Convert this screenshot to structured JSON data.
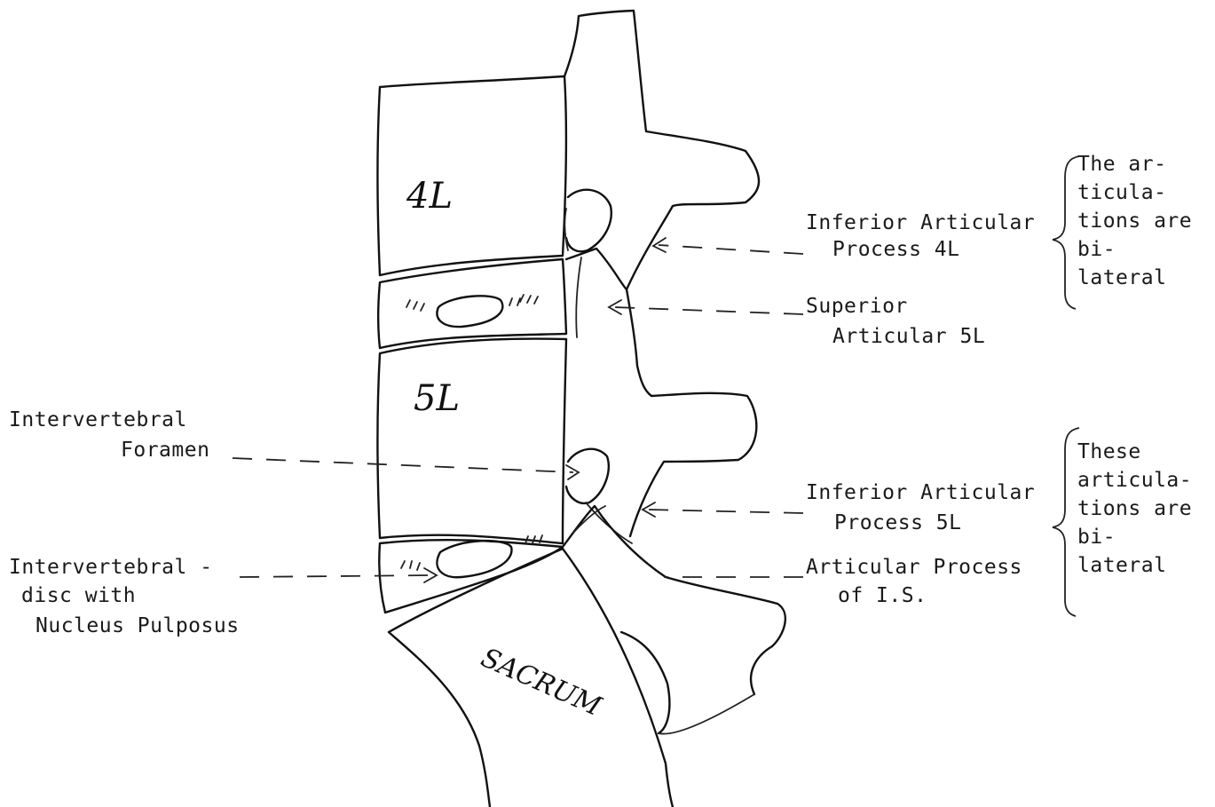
{
  "vertebrae": {
    "upper": "4L",
    "lower": "5L",
    "sacrum": "SACRUM"
  },
  "labels": {
    "inferior_articular_4l": [
      "Inferior Articular",
      "Process 4L"
    ],
    "superior_articular_5l": [
      "Superior",
      "Articular 5L"
    ],
    "intervertebral_foramen": [
      "Intervertebral",
      "Foramen"
    ],
    "inferior_articular_5l": [
      "Inferior Articular",
      "Process  5L"
    ],
    "articular_process_is": [
      "Articular Process",
      "of I.S."
    ],
    "intervertebral_disc": [
      "Intervertebral -",
      "disc with",
      "Nucleus Pulposus"
    ]
  },
  "notes": {
    "upper": [
      "The ar-",
      "ticula-",
      "tions are",
      "bi-",
      "lateral"
    ],
    "lower": [
      "These",
      "articula-",
      "tions are",
      "bi-",
      "lateral"
    ]
  }
}
